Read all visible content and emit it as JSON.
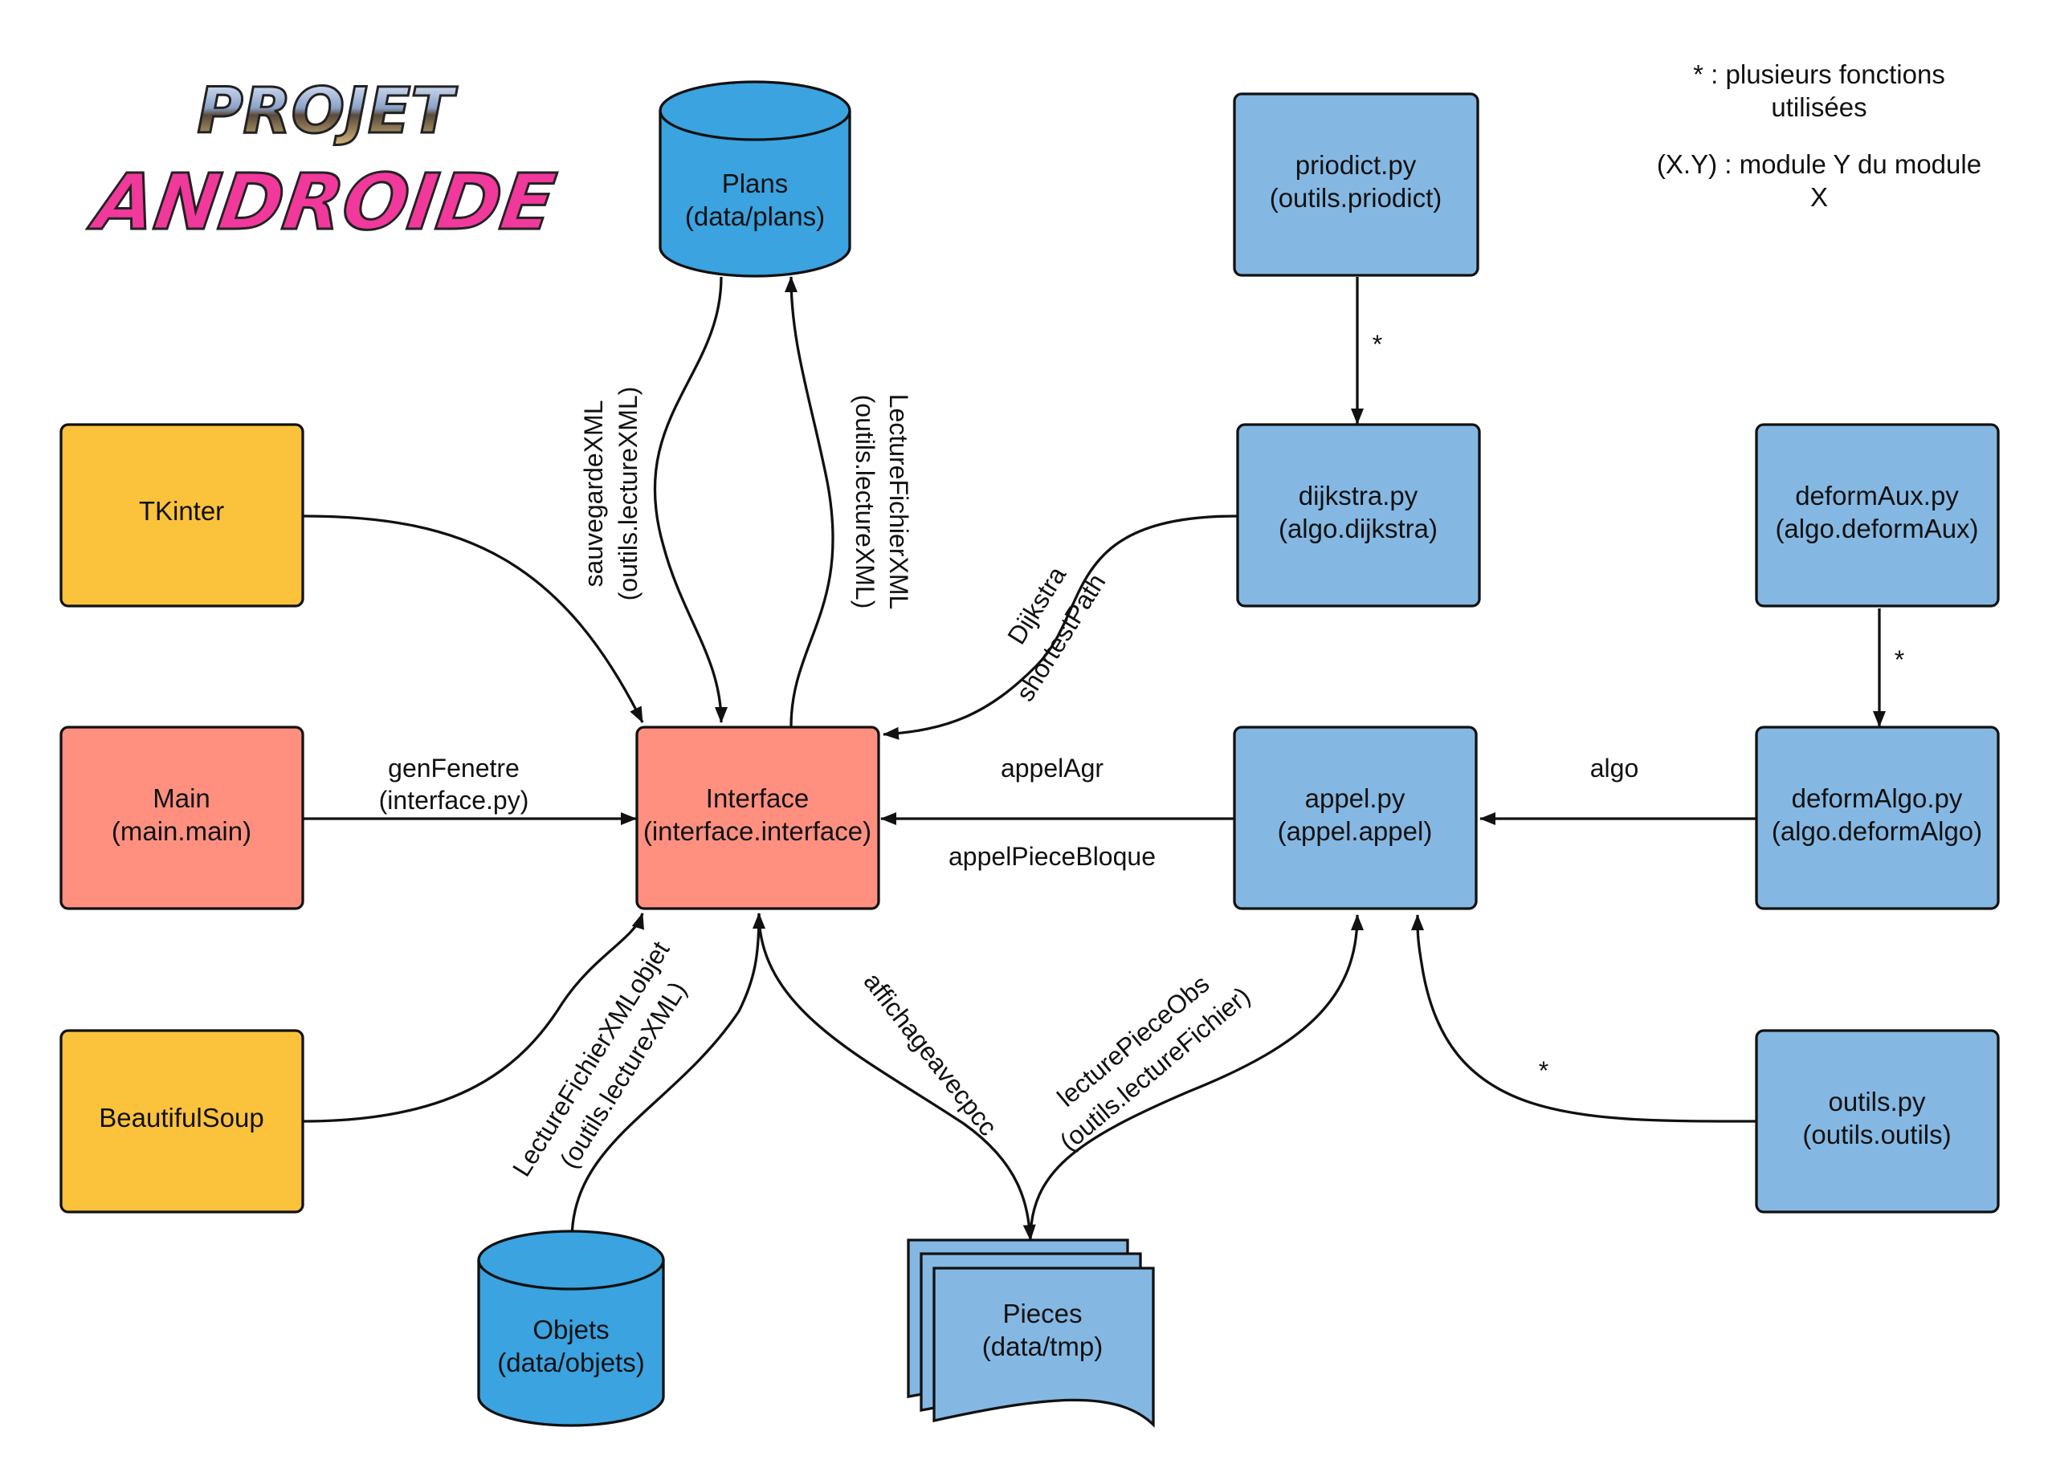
{
  "legend": {
    "line1": "* : plusieurs fonctions",
    "line2": "utilisées",
    "line3": "(X.Y) : module Y du module",
    "line4": "X"
  },
  "logo": {
    "line1": "PROJET",
    "line2": "ANDROIDE"
  },
  "nodes": {
    "plans": {
      "line1": "Plans",
      "line2": "(data/plans)"
    },
    "priodict": {
      "line1": "priodict.py",
      "line2": "(outils.priodict)"
    },
    "tkinter": {
      "line1": "TKinter"
    },
    "dijkstra": {
      "line1": "dijkstra.py",
      "line2": "(algo.dijkstra)"
    },
    "deformaux": {
      "line1": "deformAux.py",
      "line2": "(algo.deformAux)"
    },
    "main": {
      "line1": "Main",
      "line2": "(main.main)"
    },
    "interface": {
      "line1": "Interface",
      "line2": "(interface.interface)"
    },
    "appel": {
      "line1": "appel.py",
      "line2": "(appel.appel)"
    },
    "deformalgo": {
      "line1": "deformAlgo.py",
      "line2": "(algo.deformAlgo)"
    },
    "beautifulsoup": {
      "line1": "BeautifulSoup"
    },
    "outils": {
      "line1": "outils.py",
      "line2": "(outils.outils)"
    },
    "objets": {
      "line1": "Objets",
      "line2": "(data/objets)"
    },
    "pieces": {
      "line1": "Pieces",
      "line2": "(data/tmp)"
    }
  },
  "edges": {
    "sauvegarde": {
      "line1": "sauvegardeXML",
      "line2": "(outils.lectureXML)"
    },
    "lecturefichier": {
      "line1": "LectureFichierXML",
      "line2": "(outils.lectureXML)"
    },
    "priodict_star": "*",
    "dijkstra_l1": "Dijkstra",
    "dijkstra_l2": "shortestPath",
    "genfenetre": {
      "line1": "genFenetre",
      "line2": "(interface.py)"
    },
    "appelagr": "appelAgr",
    "appelpiece": "appelPieceBloque",
    "algo": "algo",
    "deformaux_star": "*",
    "outils_star": "*",
    "lectureobjet": {
      "line1": "LectureFichierXMLobjet",
      "line2": "(outils.lectureXML)"
    },
    "affichage": "affichageavecpcc",
    "lecturepiece": {
      "line1": "lecturePieceObs",
      "line2": "(outils.lectureFichier)"
    }
  },
  "colors": {
    "yellow": "#FBC23C",
    "salmon": "#FF9080",
    "lightblue": "#84B8E3",
    "cylinder": "#3AA3E0",
    "outline": "#111111"
  }
}
